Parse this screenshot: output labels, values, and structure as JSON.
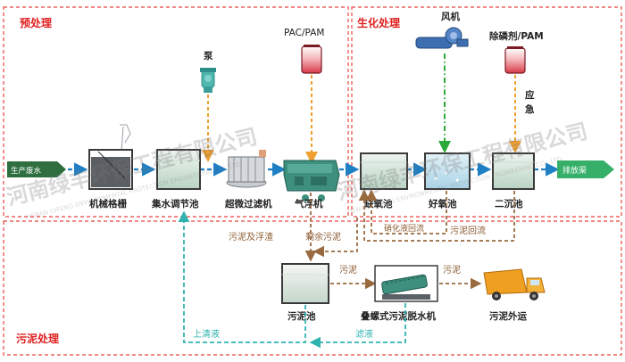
{
  "sections": {
    "pretreatment": "预处理",
    "biochemical": "生化处理",
    "sludge": "污泥处理"
  },
  "inflow": "生产废水",
  "outflow": "排放渠",
  "process_units": {
    "bar_screen": "机械格栅",
    "equalization_tank": "集水调节池",
    "micro_filter": "超微过滤机",
    "air_flotation": "气浮机",
    "anoxic_tank": "缺氧池",
    "aerobic_tank": "好氧池",
    "secondary_clarifier": "二沉池",
    "sludge_tank": "污泥池",
    "screw_press": "叠螺式污泥脱水机",
    "sludge_transport": "污泥外运"
  },
  "equipment": {
    "pump": "泵",
    "pac_pam": "PAC/PAM",
    "blower": "风机",
    "phosphorus_removal": "除磷剂/PAM",
    "emergency": "应急"
  },
  "flows": {
    "sludge_scum": "污泥及浮渣",
    "excess_sludge": "剩余污泥",
    "nitrate_recycle": "硝化液回流",
    "sludge_return": "污泥回流",
    "sludge_to_press": "污泥",
    "sludge_to_truck": "污泥",
    "supernatant": "上清液",
    "filtrate": "滤液"
  },
  "watermark": {
    "cn": "河南绿丰环保工程有限公司",
    "en": "HENAN LVFENG ENVIRONMENTAL PROTECTION ENGINEERING CO., LTD."
  },
  "colors": {
    "section_border": "#e8433e",
    "section_label": "#e02020",
    "process_arrow": "#1f7fc4",
    "chemical_dose": "#f0a030",
    "air": "#2aaa3a",
    "sludge_flow": "#9a6a3f",
    "return_liquor": "#30b3b0",
    "flow_label": "#8a5a30",
    "inflow_tag": "#2f6f3f",
    "outflow_tag": "#36b068"
  }
}
